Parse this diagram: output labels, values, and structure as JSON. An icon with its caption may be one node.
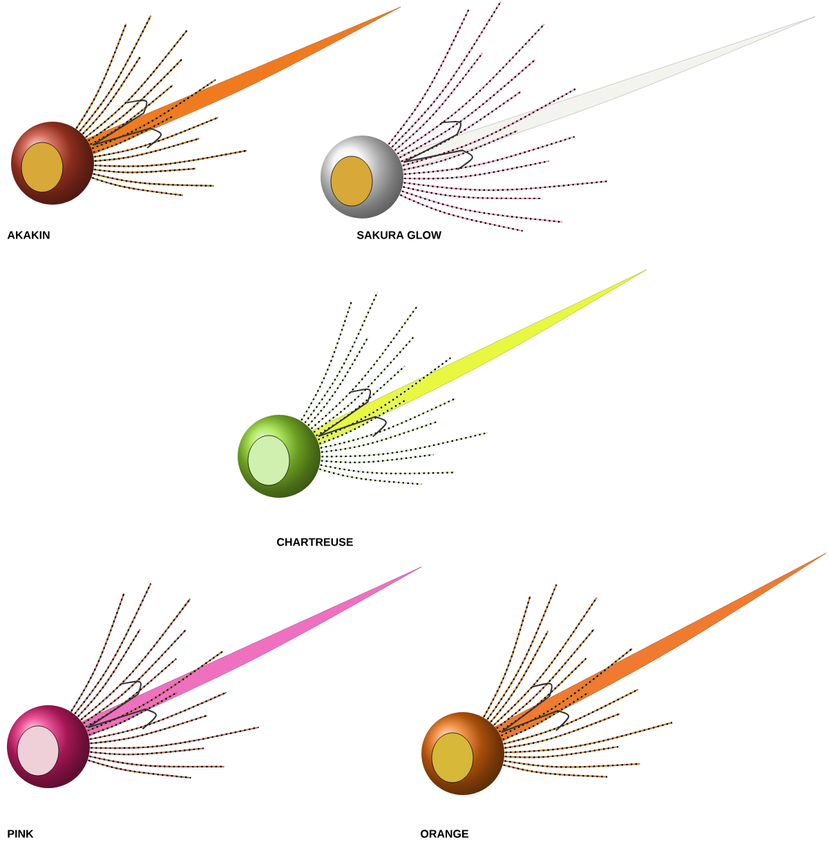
{
  "diagram": {
    "labels": [
      "AKAKIN",
      "SAKURA GLOW",
      "CHARTREUSE",
      "PINK",
      "ORANGE"
    ]
  }
}
